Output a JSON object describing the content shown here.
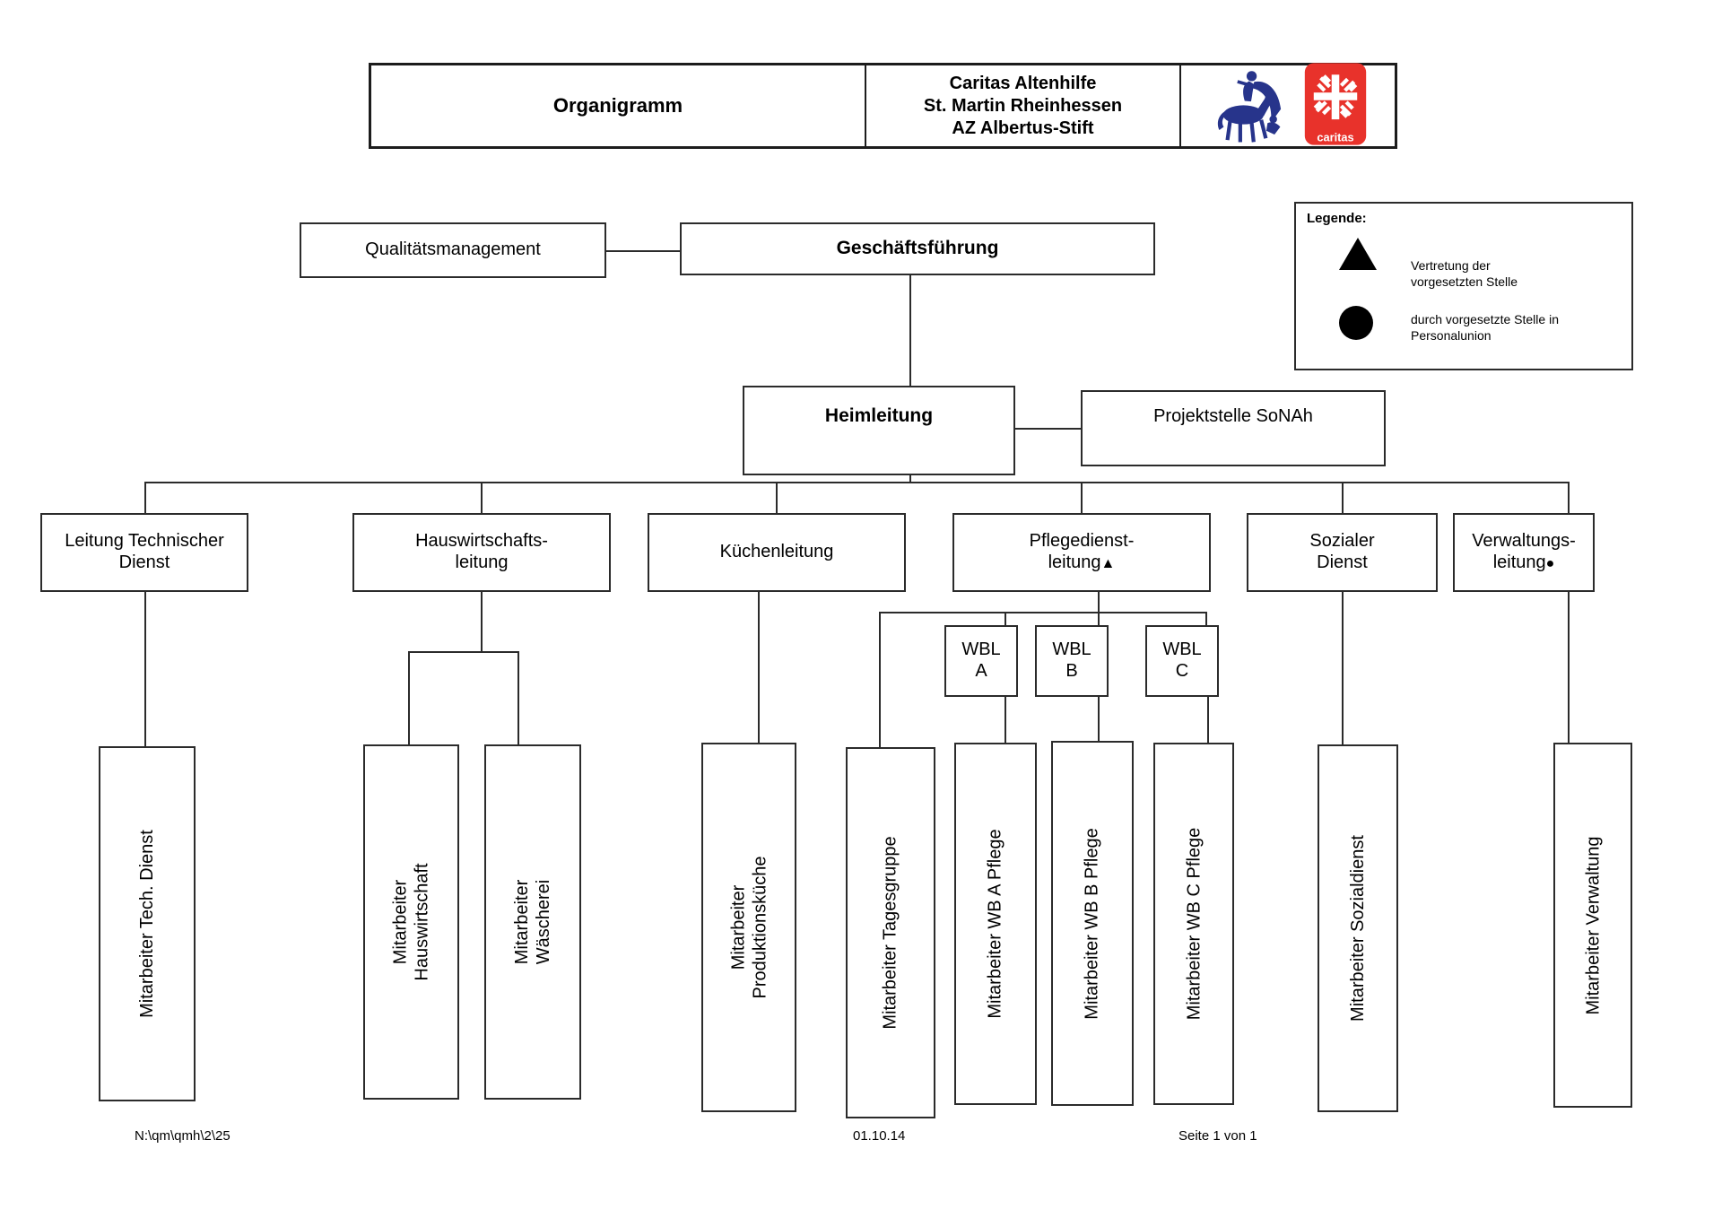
{
  "header": {
    "title": "Organigramm",
    "organization": "Caritas Altenhilfe\nSt. Martin Rheinhessen\nAZ Albertus-Stift",
    "logo_wordmark": "caritas"
  },
  "legend": {
    "title": "Legende:",
    "items": [
      {
        "symbol": "triangle",
        "glyph": "▲",
        "label": "Vertretung der\nvorgesetzten Stelle"
      },
      {
        "symbol": "circle",
        "glyph": "●",
        "label": "durch vorgesetzte Stelle in\nPersonalunion"
      }
    ]
  },
  "top_level": {
    "qualitaetsmanagement": "Qualitätsmanagement",
    "geschaeftsfuehrung": "Geschäftsführung",
    "heimleitung": "Heimleitung",
    "projektstelle": "Projektstelle SoNAh"
  },
  "departments": [
    {
      "label": "Leitung Technischer\nDienst"
    },
    {
      "label": "Hauswirtschafts-\nleitung"
    },
    {
      "label": "Küchenleitung"
    },
    {
      "label": "Pflegedienst-\nleitung",
      "marker": "▲"
    },
    {
      "label": "Sozialer\nDienst"
    },
    {
      "label": "Verwaltungs-\nleitung",
      "marker": "●"
    }
  ],
  "wbl_units": [
    {
      "label": "WBL\nA"
    },
    {
      "label": "WBL\nB"
    },
    {
      "label": "WBL\nC"
    }
  ],
  "staff_boxes": [
    {
      "label": "Mitarbeiter Tech. Dienst"
    },
    {
      "label": "Mitarbeiter\nHauswirtschaft"
    },
    {
      "label": "Mitarbeiter\nWäscherei"
    },
    {
      "label": "Mitarbeiter\nProduktionsküche"
    },
    {
      "label": "Mitarbeiter Tagesgruppe"
    },
    {
      "label": "Mitarbeiter WB A Pflege"
    },
    {
      "label": "Mitarbeiter WB B Pflege"
    },
    {
      "label": "Mitarbeiter WB C Pflege"
    },
    {
      "label": "Mitarbeiter Sozialdienst"
    },
    {
      "label": "Mitarbeiter Verwaltung"
    }
  ],
  "footer": {
    "file_path": "N:\\qm\\qmh\\2\\25",
    "date": "01.10.14",
    "page": "Seite 1 von 1"
  },
  "colors": {
    "logo_blue": "#27348b",
    "logo_red": "#e8322b",
    "line": "#2b2b2b"
  }
}
